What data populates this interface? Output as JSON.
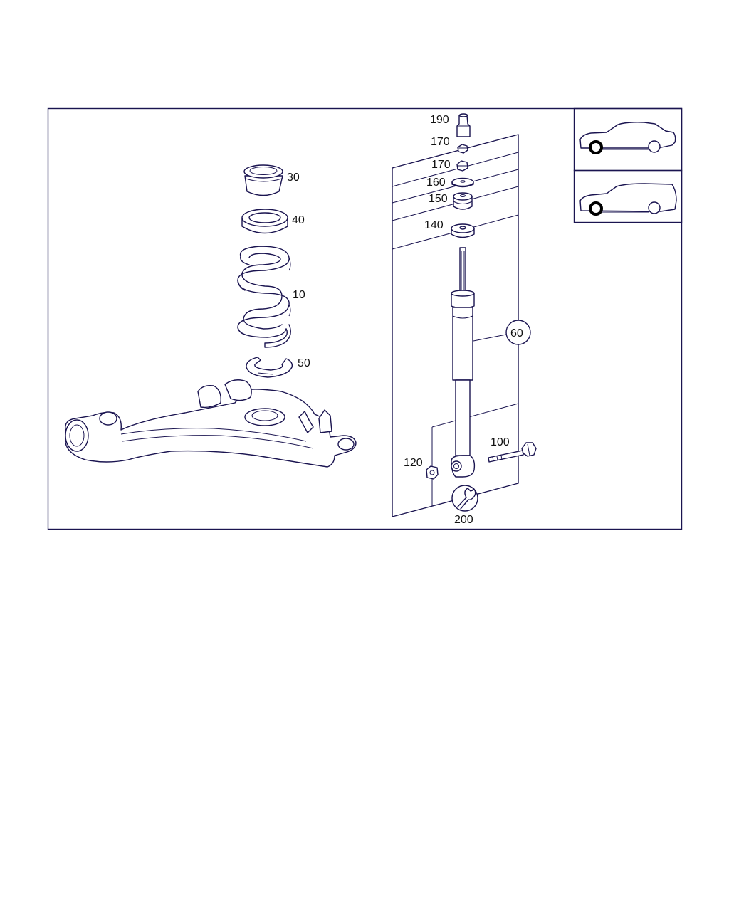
{
  "colors": {
    "line": "#1a1450",
    "text": "#111111",
    "background": "#ffffff",
    "marker": "#000000"
  },
  "labels": {
    "p190": "190",
    "p170a": "170",
    "p170b": "170",
    "p160": "160",
    "p150": "150",
    "p140": "140",
    "p30": "30",
    "p40": "40",
    "p10": "10",
    "p50": "50",
    "p60": "60",
    "p100": "100",
    "p120": "120",
    "p200": "200"
  },
  "icons": {
    "sedan": "car-sedan-icon",
    "wagon": "car-wagon-icon",
    "wrench": "wrench-icon"
  }
}
